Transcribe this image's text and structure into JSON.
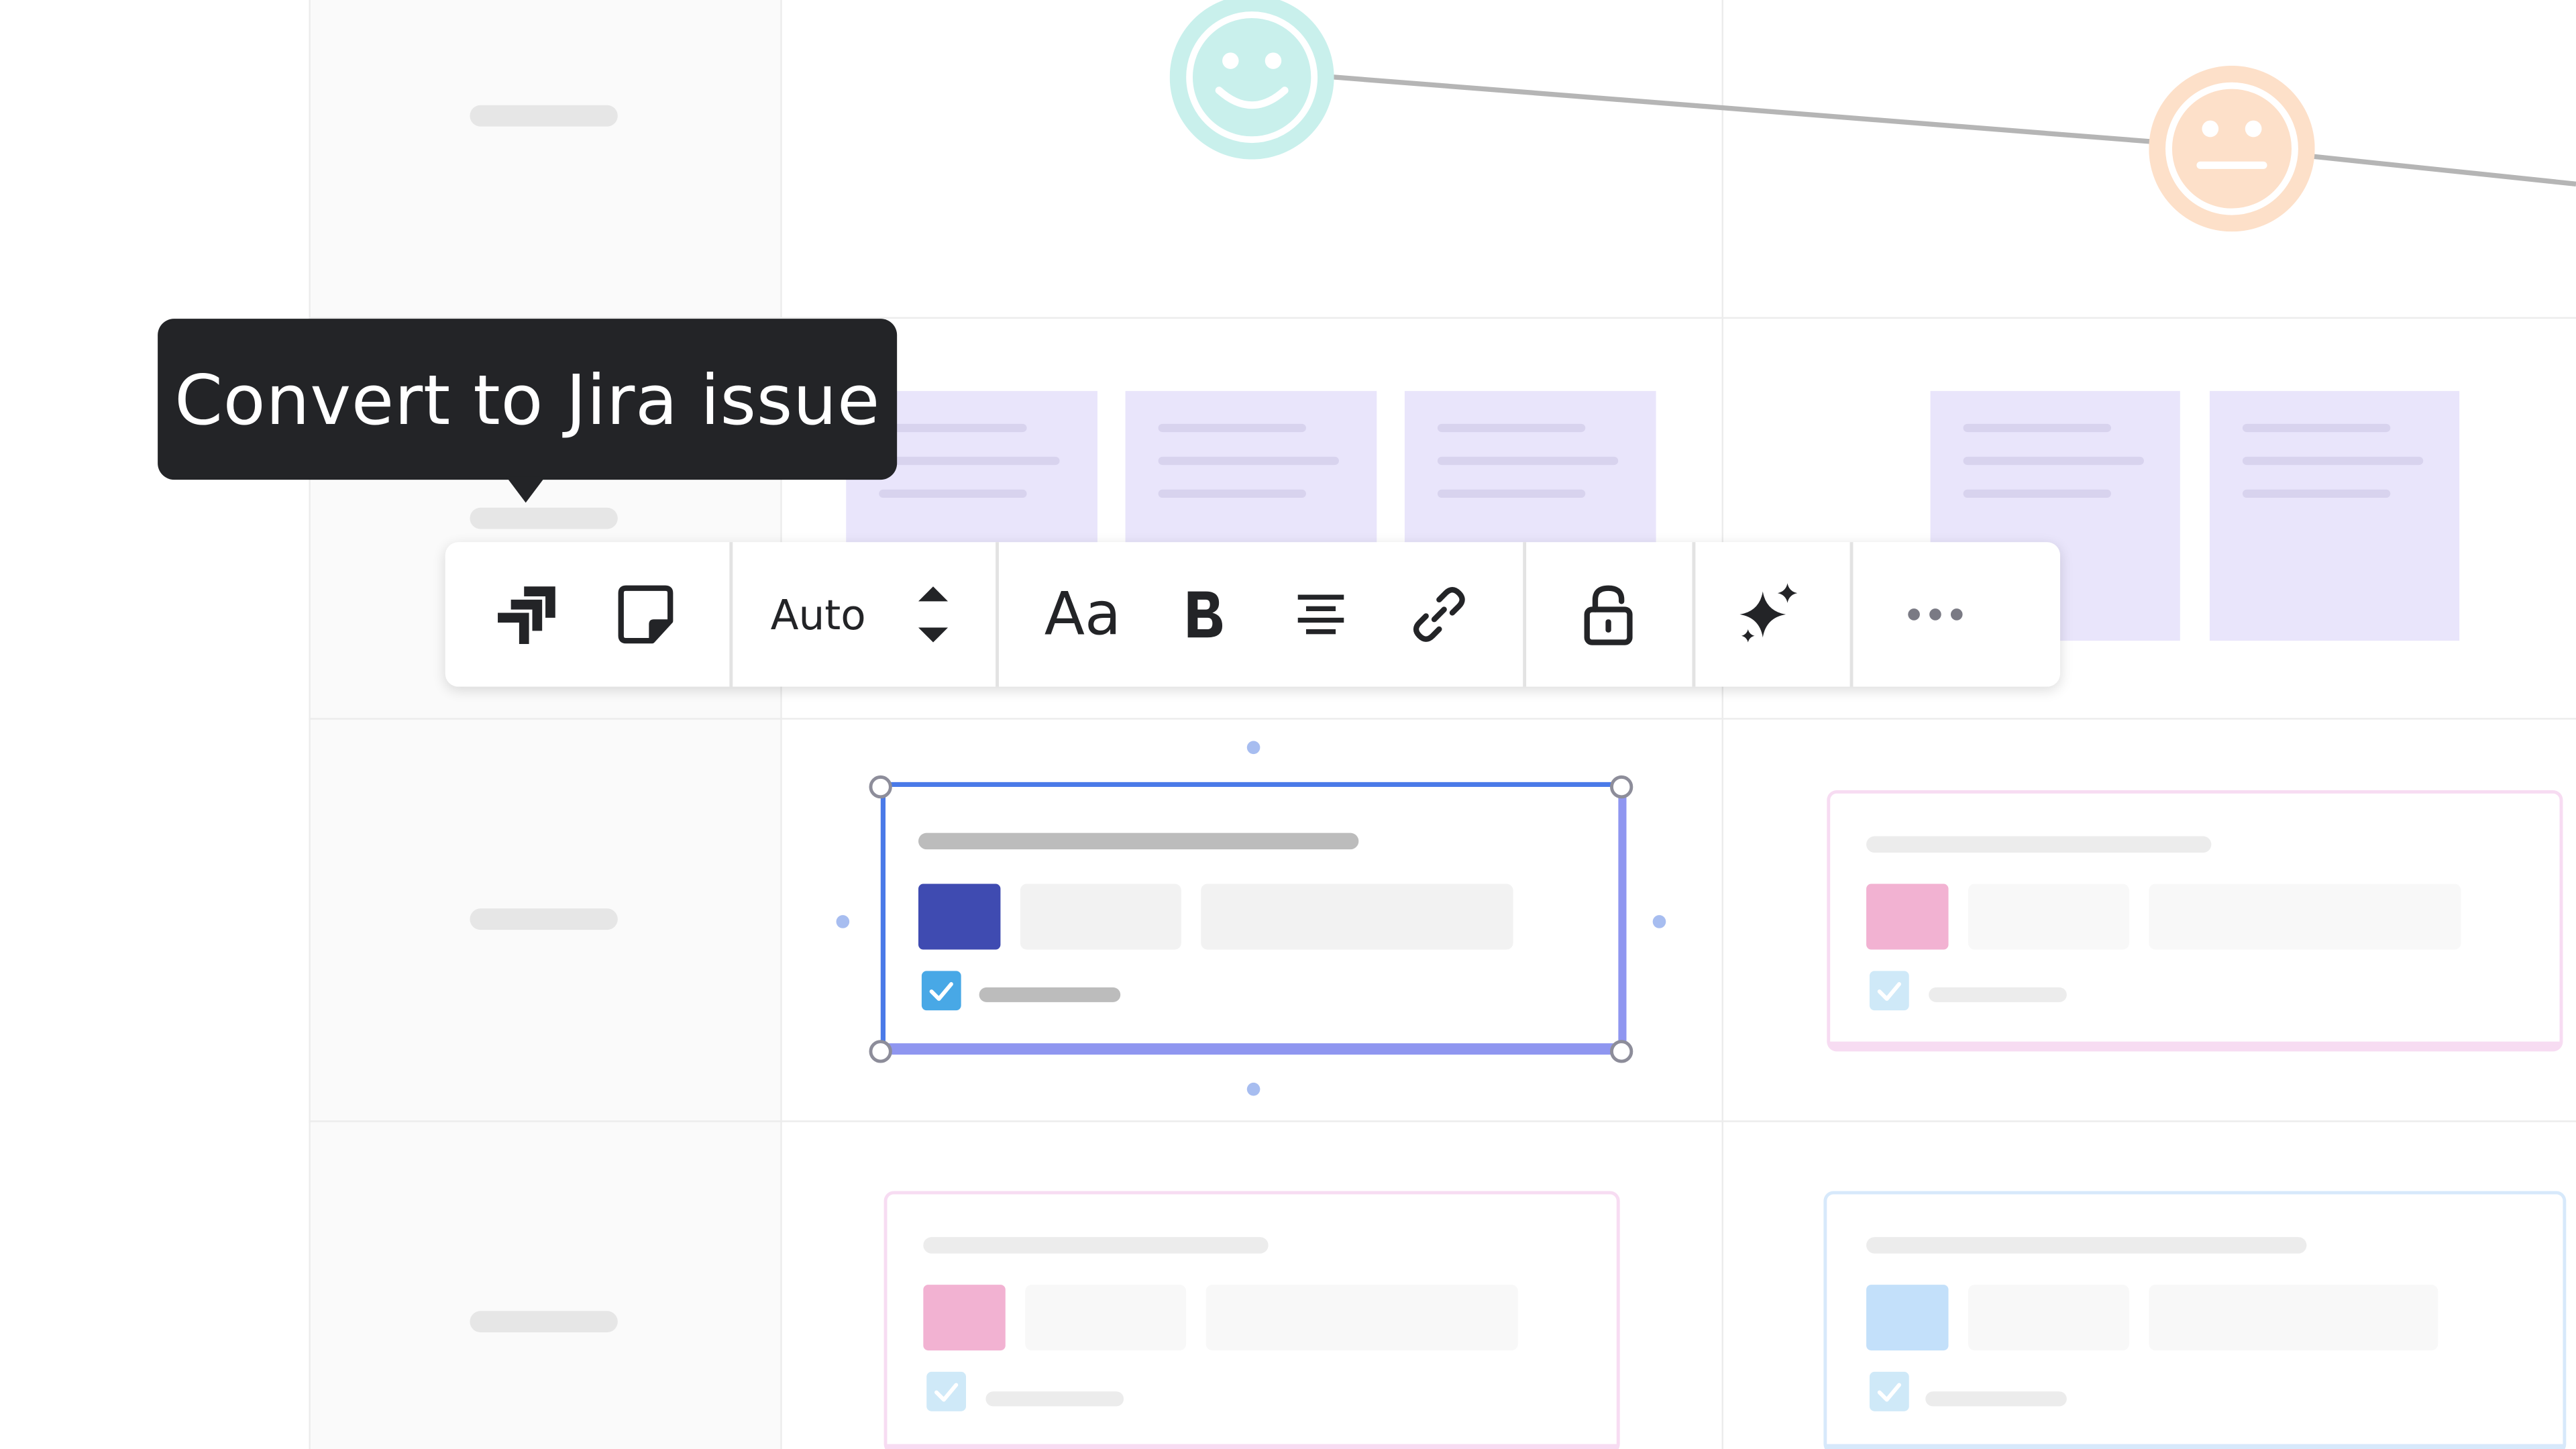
{
  "tooltip": {
    "text": "Convert to Jira issue"
  },
  "toolbar": {
    "size_value": "Auto",
    "text_style_label": "Aa",
    "buttons": [
      {
        "icon": "jira-icon",
        "action": "Convert to Jira issue"
      },
      {
        "icon": "sticky-note-icon"
      },
      {
        "icon": "stepper-arrows-icon"
      },
      {
        "icon": "bold-icon"
      },
      {
        "icon": "align-center-icon"
      },
      {
        "icon": "link-icon"
      },
      {
        "icon": "unlock-icon"
      },
      {
        "icon": "sparkle-ai-icon"
      },
      {
        "icon": "more-options-icon"
      }
    ]
  },
  "faces": [
    {
      "icon": "happy-face-icon",
      "color": "#c9f0ec"
    },
    {
      "icon": "neutral-face-icon",
      "color": "#fde0c9"
    }
  ],
  "colors": {
    "selection_border": "#4a7ae8",
    "selected_card_square": "#3f4bb1",
    "checkbox_blue": "#48a8e6",
    "pink_square": "#f2b2d2",
    "light_blue_square": "#c3e0fa",
    "sticky": "#e9e5fb",
    "tooltip_bg": "#232427"
  }
}
